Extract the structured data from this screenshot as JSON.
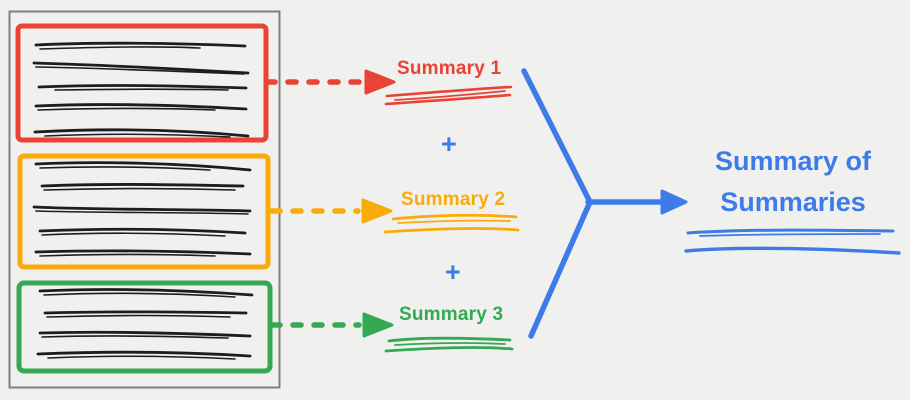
{
  "palette": {
    "background": "#f0f0ef",
    "document_border": "#7f7f7f",
    "text_scribble": "#1d1d1f",
    "red": "#E94335",
    "orange": "#FAAB0C",
    "green": "#34A853",
    "blue": "#3D7BE8"
  },
  "diagram": {
    "document_chunks": [
      {
        "id": "chunk-1",
        "color_name": "red",
        "color": "#E94335",
        "text_line_count": 5,
        "summary_label": "Summary 1"
      },
      {
        "id": "chunk-2",
        "color_name": "orange",
        "color": "#FAAB0C",
        "text_line_count": 5,
        "summary_label": "Summary 2"
      },
      {
        "id": "chunk-3",
        "color_name": "green",
        "color": "#34A853",
        "text_line_count": 4,
        "summary_label": "Summary 3"
      }
    ],
    "combine_operator": "+",
    "result_label": "Summary of Summaries",
    "result_color": "#3D7BE8"
  }
}
